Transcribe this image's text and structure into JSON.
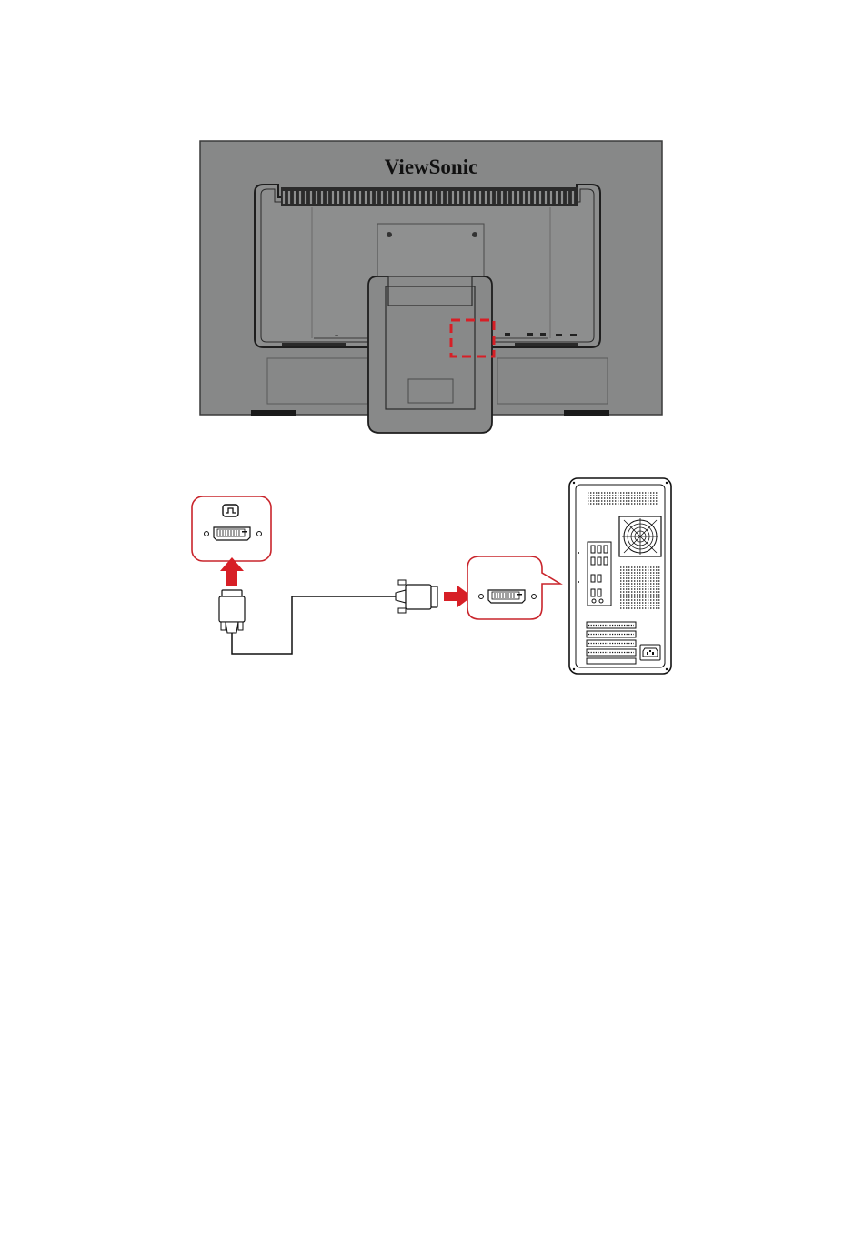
{
  "monitor": {
    "brand_logo": "ViewSonic",
    "body_color": "#878888",
    "port_area": {
      "highlight": "dashed-red-box",
      "highlight_color": "#d71f26"
    }
  },
  "connection": {
    "steps": [
      {
        "from": "monitor-dvi-port",
        "direction": "up",
        "arrow_color": "#d71f26"
      },
      {
        "to": "pc-dvi-port",
        "direction": "right",
        "arrow_color": "#d71f26"
      }
    ],
    "callout_border_color": "#c9252c",
    "port_icon": "dvi-signal-icon"
  },
  "computer": {
    "type": "desktop-tower",
    "rear_view": true
  }
}
